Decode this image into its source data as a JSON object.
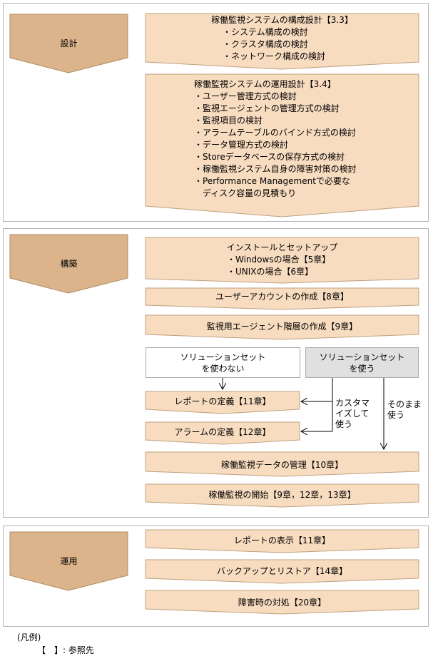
{
  "phases": {
    "design": "設計",
    "build": "構築",
    "operate": "運用"
  },
  "design_steps": {
    "config": {
      "title": "稼働監視システムの構成設計【3.3】",
      "items": [
        "・システム構成の検討",
        "・クラスタ構成の検討",
        "・ネットワーク構成の検討"
      ]
    },
    "operation": {
      "title": "稼働監視システムの運用設計【3.4】",
      "items": [
        "・ユーザー管理方式の検討",
        "・監視エージェントの管理方式の検討",
        "・監視項目の検討",
        "・アラームテーブルのバインド方式の検討",
        "・データ管理方式の検討",
        "・Storeデータベースの保存方式の検討",
        "・稼働監視システム自身の障害対策の検討",
        "・Performance Managementで必要な",
        "　ディスク容量の見積もり"
      ]
    }
  },
  "build_steps": {
    "install": {
      "title": "インストールとセットアップ",
      "items": [
        "・Windowsの場合【5章】",
        "・UNIXの場合【6章】"
      ]
    },
    "user_account": "ユーザーアカウントの作成【8章】",
    "agent_hierarchy": "監視用エージェント階層の作成【9章】",
    "no_solution_set": "ソリューションセット\nを使わない",
    "use_solution_set": "ソリューションセット\nを使う",
    "customize": "カスタマ\nイズして\n使う",
    "as_is": "そのまま\n使う",
    "report_def": "レポートの定義【11章】",
    "alarm_def": "アラームの定義【12章】",
    "data_mgmt": "稼働監視データの管理【10章】",
    "start_monitoring": "稼働監視の開始【9章，12章，13章】"
  },
  "operate_steps": {
    "report_display": "レポートの表示【11章】",
    "backup_restore": "バックアップとリストア【14章】",
    "failure": "障害時の対処【20章】"
  },
  "legend": {
    "title": "(凡例)",
    "entry": "【　】: 参照先"
  },
  "colors": {
    "phase_fill": "#dcb48c",
    "step_fill": "#f8dcc0",
    "step_border": "#c0a080",
    "grey_fill": "#e0e0e0"
  }
}
